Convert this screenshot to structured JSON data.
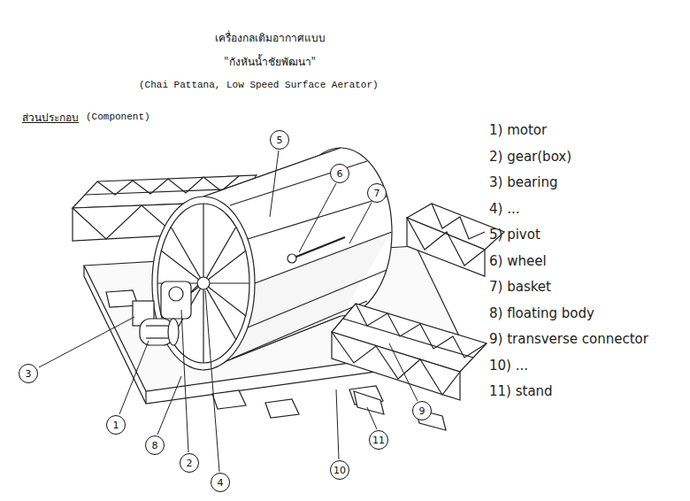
{
  "diagram": {
    "title": "เครื่องกลเติมอากาศแบบ",
    "labels": [
      "\"กังหันน้ำชัยพัฒนา\"",
      "(Chai Pattana, Low Speed Surface Aerator)",
      "ส่วนประกอบ",
      "(Component)",
      "5",
      "6",
      "7",
      "3",
      "1",
      "8",
      "2",
      "4",
      "10",
      "11",
      "9",
      "1) motor",
      "2) gear(box)",
      "3) bearing",
      "4) ...",
      "5) pivot",
      "6) wheel",
      "7) basket",
      "8) floating body",
      "9) transverse connector",
      "10) ...",
      "11) stand"
    ]
  }
}
